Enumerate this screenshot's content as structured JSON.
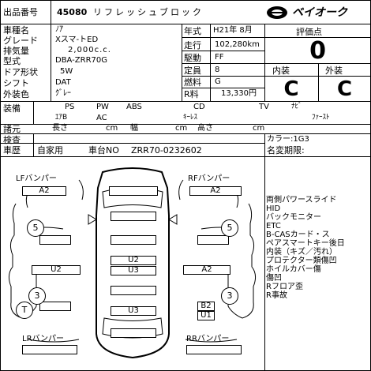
{
  "header": {
    "lot_label": "出品番号",
    "lot_number": "45080",
    "title": "リフレッシュブロック",
    "logo_text": "ベイオーク"
  },
  "details": {
    "model_label": "車種名",
    "model": "ﾉｱ",
    "grade_label": "グレード",
    "grade": "Xスマ-トED",
    "displacement_label": "排気量",
    "displacement": "2,000c.c.",
    "type_label": "型式",
    "type": "DBA-ZRR70G",
    "doors_label": "ドア形状",
    "doors": "5W",
    "shift_label": "シフト",
    "shift": "DAT",
    "color_label": "外装色",
    "color": "ｸﾞﾚｰ",
    "year_label": "年式",
    "year": "H21年 8月",
    "mileage_label": "走行",
    "mileage": "102,280km",
    "drive_label": "駆動",
    "drive": "FF",
    "capacity_label": "定員",
    "capacity": "8",
    "fuel_label": "燃料",
    "fuel": "G",
    "r_price_label": "R料",
    "r_price": "13,330円"
  },
  "grades": {
    "eval_label": "評価点",
    "eval": "0",
    "interior_label": "内装",
    "interior": "C",
    "exterior_label": "外装",
    "exterior": "C"
  },
  "equipment": {
    "label": "装備",
    "row1": [
      "PS",
      "PW",
      "ABS",
      "CD",
      "TV",
      "ﾅﾋﾞ"
    ],
    "row2": [
      "ｴｱB",
      "AC",
      "ｷｰﾚｽ",
      "ﾌｧｰｽﾄ"
    ]
  },
  "dimensions": {
    "label": "諸元",
    "length": "長さ",
    "width": "幅",
    "height": "高さ",
    "unit": "cm"
  },
  "inspection": {
    "label": "検査",
    "history_label": "車歴",
    "history": "自家用",
    "chassis_label": "車台NO",
    "chassis": "ZRR70-0232602",
    "color_code": "カラー:1G3",
    "name_change": "名変期限:"
  },
  "diagram": {
    "lf_bumper": "LFバンパー",
    "rf_bumper": "RFバンパー",
    "lr_bumper": "LRバンパー",
    "rr_bumper": "RRバンパー",
    "a2": "A2",
    "u2": "U2",
    "u3": "U3",
    "b2": "B2",
    "u1": "U1",
    "five": "5",
    "three": "3",
    "t": "T"
  },
  "notes": [
    "両側パワースライド",
    "HID",
    "バックモニター",
    "ETC",
    "B-CASカード・ス",
    "ペアスマートキー後日",
    "内装（キズ／汚れ）",
    "プロテクター類傷凹",
    "ホイルカバー傷",
    "傷凹",
    "Rフロア歪",
    "R事故"
  ]
}
